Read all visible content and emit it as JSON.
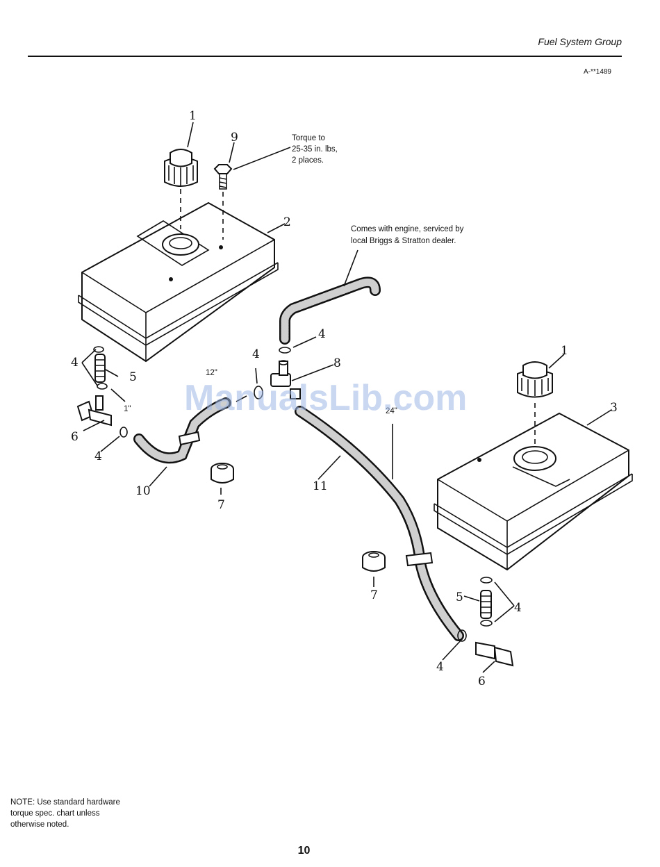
{
  "header": {
    "title": "Fuel System Group",
    "drawing_code": "A-**1489"
  },
  "callouts": {
    "torque": [
      "Torque to",
      "25-35 in. lbs,",
      "2 places."
    ],
    "engine_hose": [
      "Comes with engine, serviced by",
      "local Briggs & Stratton dealer."
    ],
    "len_12": "12\"",
    "len_1": "1\"",
    "len_24": "24\""
  },
  "parts": {
    "p1a": "1",
    "p1b": "1",
    "p2": "2",
    "p3": "3",
    "p4a": "4",
    "p4b": "4",
    "p4c": "4",
    "p4d": "4",
    "p4e": "4",
    "p4f": "4",
    "p5a": "5",
    "p5b": "5",
    "p6a": "6",
    "p6b": "6",
    "p7a": "7",
    "p7b": "7",
    "p8": "8",
    "p9": "9",
    "p10": "10",
    "p11": "11"
  },
  "watermark": "ManualsLib.com",
  "note": [
    "NOTE: Use standard hardware",
    "torque spec. chart unless",
    "otherwise noted."
  ],
  "page_number": "10"
}
